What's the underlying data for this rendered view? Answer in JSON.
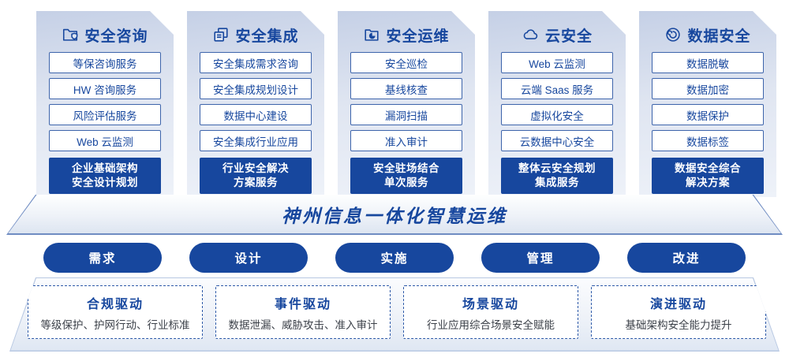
{
  "theme": {
    "primary_blue": "#17479e",
    "item_border_blue": "#3d64ab",
    "card_gradient_top": "#c5d0e6",
    "card_gradient_bottom": "#eef2f9"
  },
  "columns": [
    {
      "title": "安全咨询",
      "icon": "folder-shield-icon",
      "items": [
        "等保咨询服务",
        "HW 咨询服务",
        "风险评估服务",
        "Web 云监测"
      ],
      "footer": [
        "企业基础架构",
        "安全设计规划"
      ]
    },
    {
      "title": "安全集成",
      "icon": "documents-icon",
      "items": [
        "安全集成需求咨询",
        "安全集成规划设计",
        "数据中心建设",
        "安全集成行业应用"
      ],
      "footer": [
        "行业安全解决",
        "方案服务"
      ]
    },
    {
      "title": "安全运维",
      "icon": "folder-chart-icon",
      "items": [
        "安全巡检",
        "基线核查",
        "漏洞扫描",
        "准入审计"
      ],
      "footer": [
        "安全驻场结合",
        "单次服务"
      ]
    },
    {
      "title": "云安全",
      "icon": "cloud-icon",
      "items": [
        "Web 云监测",
        "云端 Saas 服务",
        "虚拟化安全",
        "云数据中心安全"
      ],
      "footer": [
        "整体云安全规划",
        "集成服务"
      ]
    },
    {
      "title": "数据安全",
      "icon": "fingerprint-icon",
      "items": [
        "数据脱敏",
        "数据加密",
        "数据保护",
        "数据标签"
      ],
      "footer": [
        "数据安全综合",
        "解决方案"
      ]
    }
  ],
  "banner": {
    "title": "神州信息一体化智慧运维"
  },
  "process_steps": [
    "需求",
    "设计",
    "实施",
    "管理",
    "改进"
  ],
  "drivers": [
    {
      "title": "合规驱动",
      "desc": "等级保护、护网行动、行业标准"
    },
    {
      "title": "事件驱动",
      "desc": "数据泄漏、威胁攻击、准入审计"
    },
    {
      "title": "场景驱动",
      "desc": "行业应用综合场景安全赋能"
    },
    {
      "title": "演进驱动",
      "desc": "基础架构安全能力提升"
    }
  ]
}
